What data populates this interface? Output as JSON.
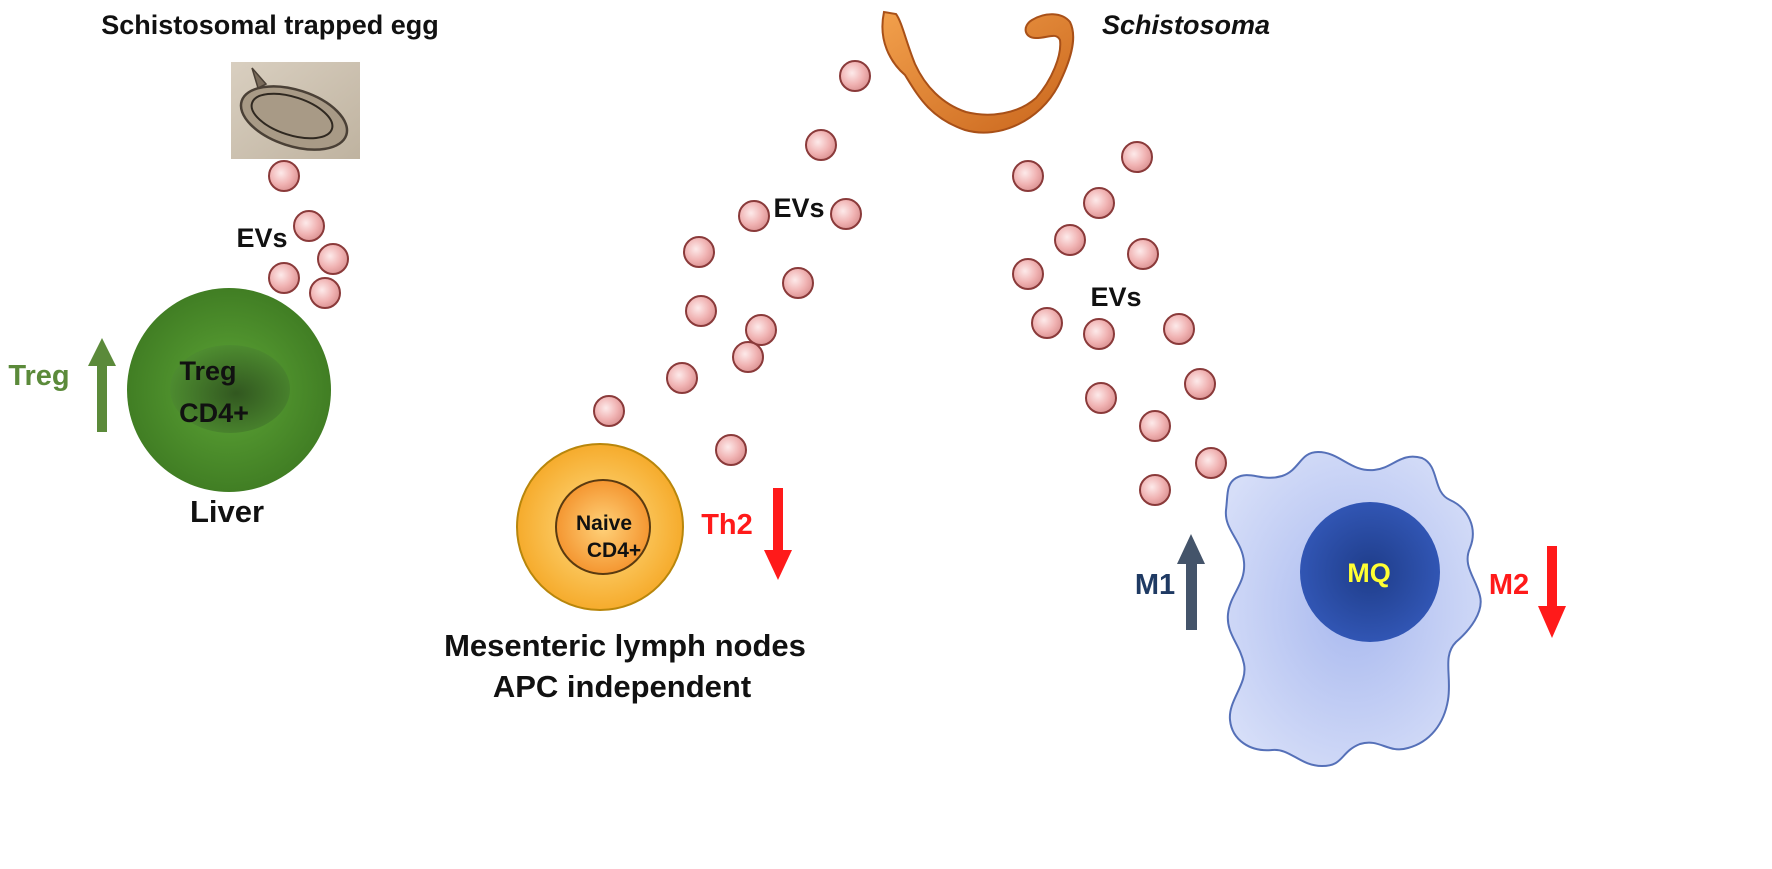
{
  "egg": {
    "title": "Schistosomal trapped egg",
    "evs_label": "EVs"
  },
  "treg_cell": {
    "line1": "Treg",
    "line2": "CD4+",
    "location": "Liver",
    "effect_label": "Treg",
    "effect_color": "#5b8a3a"
  },
  "schistosoma": {
    "title": "Schistosoma",
    "worm_color": "#e07f2c"
  },
  "naive_cell": {
    "line1": "Naive",
    "line2": "CD4+",
    "location_line1": "Mesenteric lymph nodes",
    "location_line2": "APC independent",
    "effect_label": "Th2",
    "effect_color": "#ff1a1a",
    "evs_label": "EVs"
  },
  "macrophage": {
    "label": "MQ",
    "label_color": "#ffff33",
    "up_label": "M1",
    "up_color": "#44546a",
    "down_label": "M2",
    "down_color": "#ff1a1a",
    "evs_label": "EVs"
  },
  "vesicle_color": "#f2b3b3"
}
